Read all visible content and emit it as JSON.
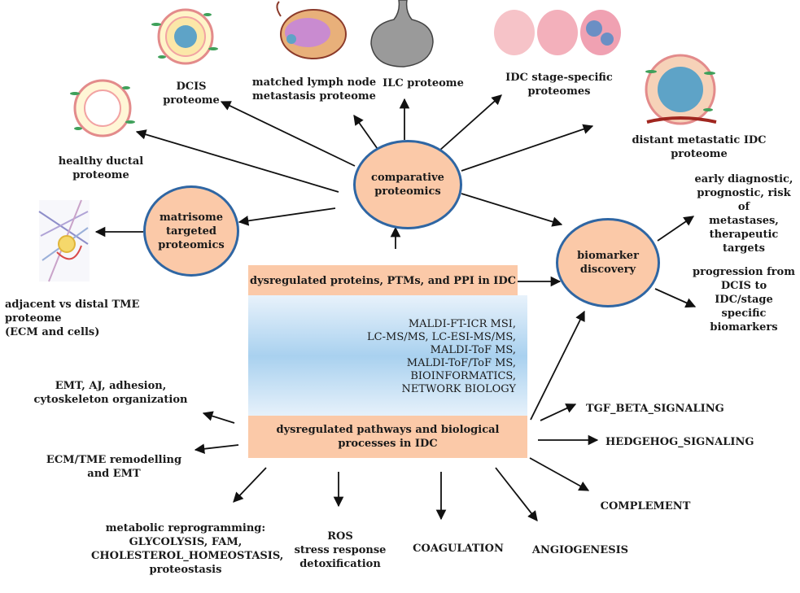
{
  "hubs": {
    "comparative": "comparative\nproteomics",
    "matrisome": "matrisome\ntargeted\nproteomics",
    "biomarker": "biomarker\ndiscovery"
  },
  "bars": {
    "proteins": "dysregulated proteins, PTMs, and PPI in IDC",
    "pathways": "dysregulated pathways and biological\nprocesses in IDC"
  },
  "methods": "MALDI-FT-ICR MSI,\nLC-MS/MS, LC-ESI-MS/MS,\nMALDI-ToF MS,\nMALDI-ToF/ToF MS,\nBIOINFORMATICS,\nNETWORK BIOLOGY",
  "proteomes": {
    "dcis": "DCIS proteome",
    "lymph": "matched lymph node\nmetastasis proteome",
    "ilc": "ILC proteome",
    "idc_stage": "IDC stage-specific\nproteomes",
    "distant": "distant metastatic IDC proteome",
    "healthy": "healthy ductal proteome",
    "tme": "adjacent vs distal TME proteome\n(ECM and cells)"
  },
  "biomarker_outcomes": {
    "early": "early diagnostic,\nprognostic, risk of\nmetastases,\ntherapeutic\ntargets",
    "progression": "progression from\nDCIS to\nIDC/stage\nspecific\nbiomarkers"
  },
  "pathways": {
    "emt_aj": "EMT, AJ, adhesion,\ncytoskeleton organization",
    "ecm": "ECM/TME remodelling\nand EMT",
    "metabolic": "metabolic reprogramming:\nGLYCOLYSIS, FAM,\nCHOLESTEROL_HOMEOSTASIS,\nproteostasis",
    "ros": "ROS\nstress response\ndetoxification",
    "coagulation": "COAGULATION",
    "angiogenesis": "ANGIOGENESIS",
    "complement": "COMPLEMENT",
    "hedgehog": "HEDGEHOG_SIGNALING",
    "tgf": "TGF_BETA_SIGNALING"
  },
  "colors": {
    "hub_fill": "#fbc9a8",
    "hub_border": "#2f66a3",
    "bar_fill": "#fbc9a8",
    "box_blue": "#a9d1ef"
  }
}
